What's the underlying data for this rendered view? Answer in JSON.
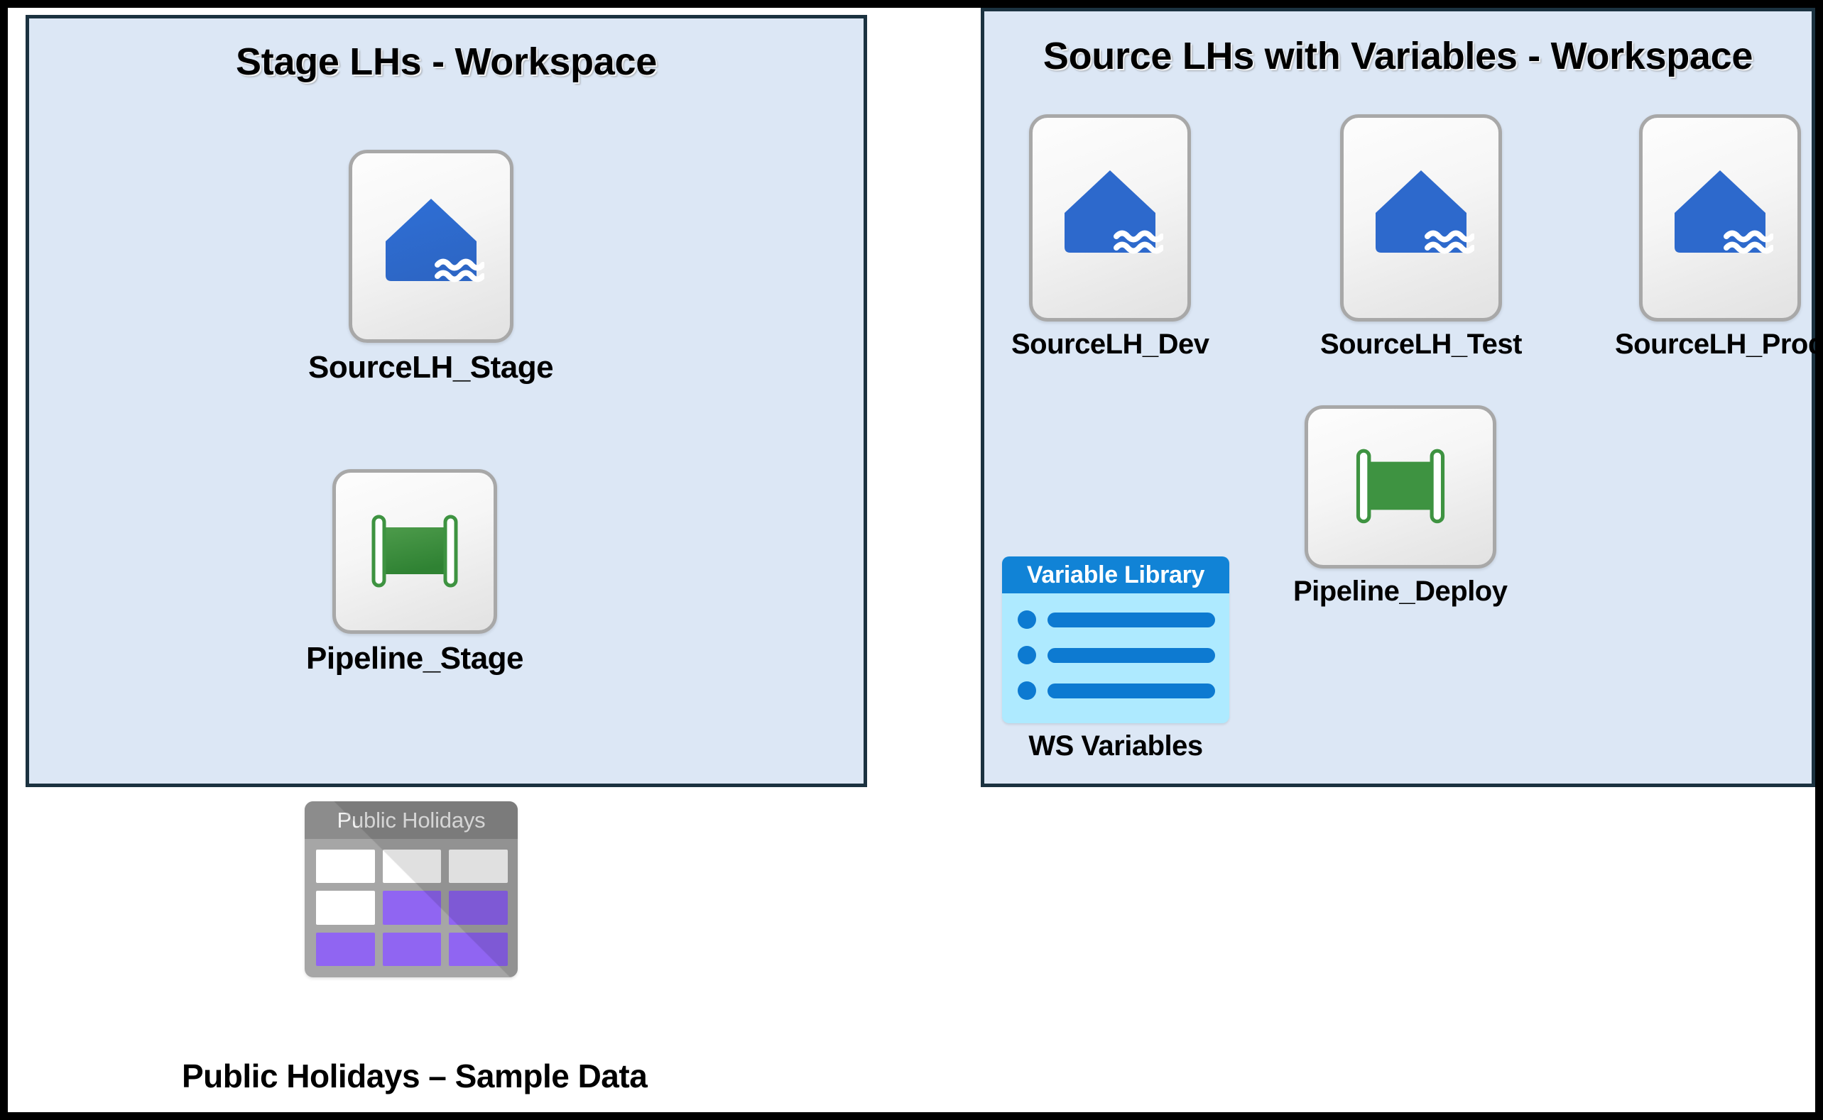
{
  "diagram": {
    "outer_frame_color": "#000000",
    "background": "#ffffff"
  },
  "panels": [
    {
      "id": "stage",
      "title": "Stage LHs - Workspace",
      "fill": "#DCE7F5",
      "border": "#1B3240",
      "items": [
        {
          "label": "SourceLH_Stage",
          "icon": "lakehouse-icon",
          "accent": "#2B6CD4"
        },
        {
          "label": "Pipeline_Stage",
          "icon": "pipeline-icon",
          "accent": "#3E9341"
        }
      ]
    },
    {
      "id": "source",
      "title": "Source LHs with Variables - Workspace",
      "fill": "#DCE7F5",
      "border": "#1B3240",
      "items": [
        {
          "label": "SourceLH_Dev",
          "icon": "lakehouse-icon",
          "accent": "#2B6CD4"
        },
        {
          "label": "SourceLH_Test",
          "icon": "lakehouse-icon",
          "accent": "#2B6CD4"
        },
        {
          "label": "SourceLH_Prod",
          "icon": "lakehouse-icon",
          "accent": "#2B6CD4"
        },
        {
          "label": "Pipeline_Deploy",
          "icon": "pipeline-icon",
          "accent": "#3E9341"
        },
        {
          "label": "WS Variables",
          "icon": "variable-library-icon",
          "accent": "#1183D6"
        }
      ]
    }
  ],
  "variable_library_card": {
    "header": "Variable Library",
    "header_bg": "#1183D6",
    "body_bg": "#AEEAFF",
    "row_color": "#0D7AD1",
    "row_count": 3
  },
  "table_card": {
    "header": "Public Holidays",
    "header_bg": "#8C8C8C",
    "body_bg": "#A6A6A6",
    "cell_white": "#FFFFFF",
    "cell_accent": "#9065F2",
    "rows": [
      [
        "white",
        "white",
        "white"
      ],
      [
        "white",
        "purple",
        "purple"
      ],
      [
        "purple",
        "purple",
        "purple"
      ]
    ]
  },
  "bottom_caption": "Public Holidays – Sample Data"
}
